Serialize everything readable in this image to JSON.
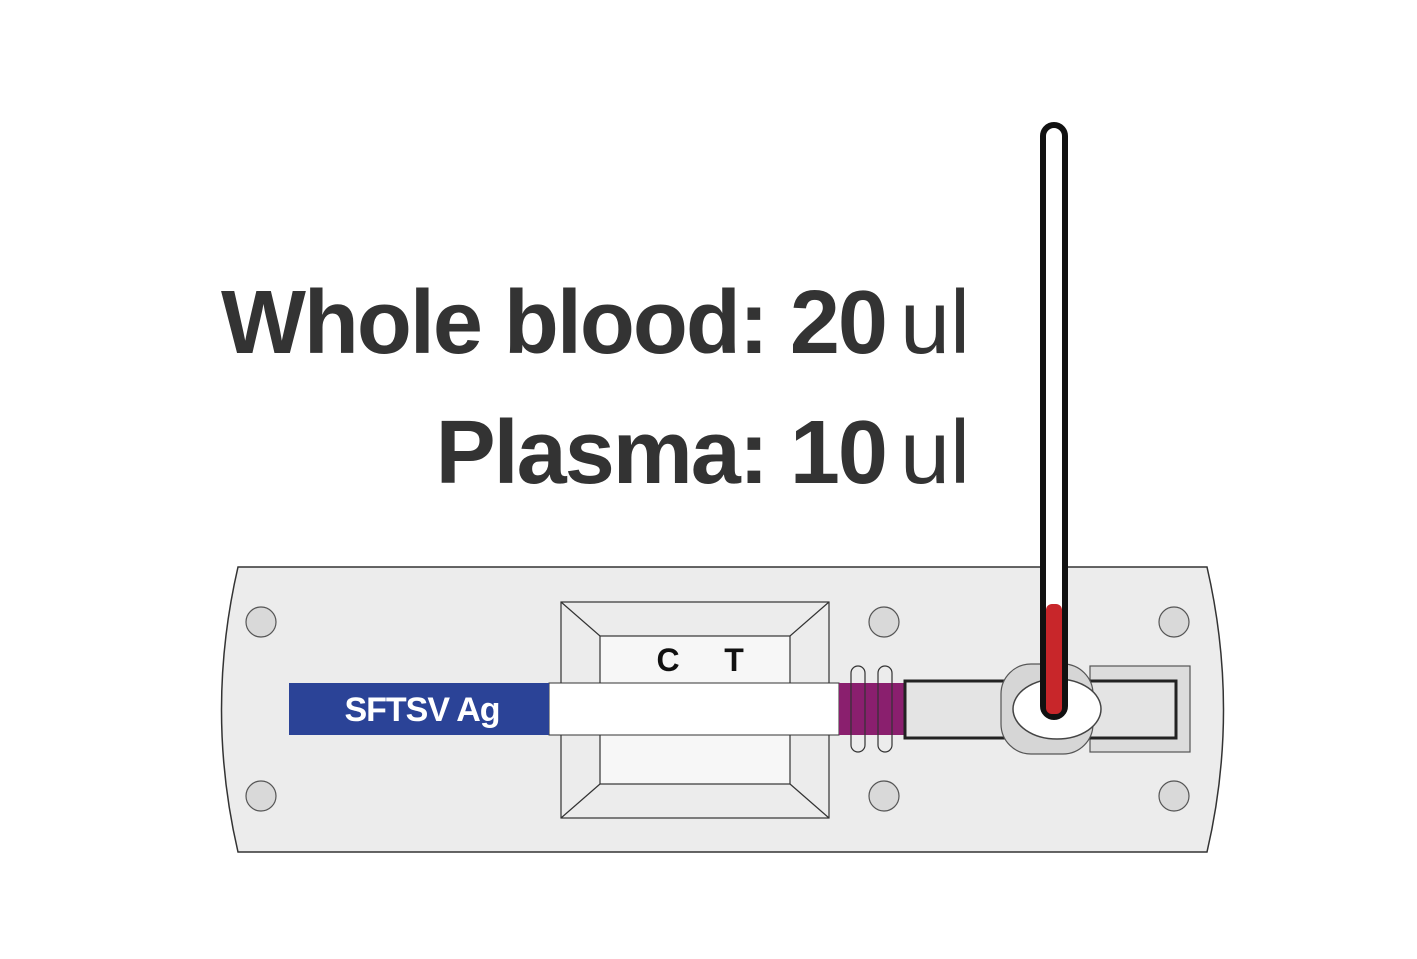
{
  "instructions": {
    "whole_blood": {
      "label": "Whole blood:",
      "amount": "20",
      "unit": "ul"
    },
    "plasma": {
      "label": "Plasma:",
      "amount": "10",
      "unit": "ul"
    }
  },
  "cassette": {
    "name_label": "SFTSV Ag",
    "control_marker": "C",
    "test_marker": "T"
  },
  "colors": {
    "text": "#333333",
    "label_band": "#2b4397",
    "conjugate_pad": "#8a1f6e",
    "sample": "#c8262a",
    "cassette_body": "#ececec"
  }
}
